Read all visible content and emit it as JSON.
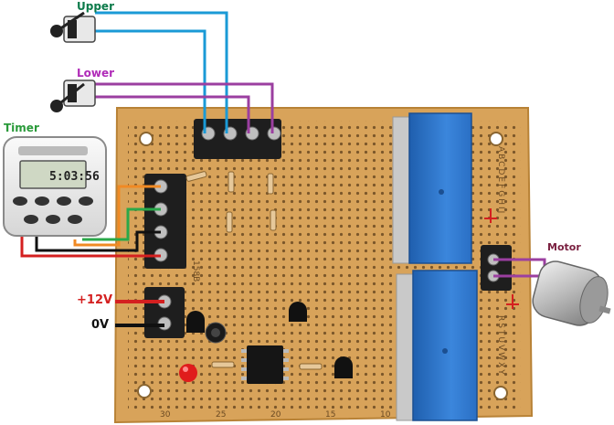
{
  "labels": {
    "upper": "Upper",
    "lower": "Lower",
    "timer": "Timer",
    "motor": "Motor",
    "plus12v": "+12V",
    "zero_v": "0V",
    "timer_display": "5:03:56"
  },
  "colors": {
    "upper_label": "#0c7a4a",
    "lower_label": "#b02bb8",
    "timer_label": "#2a9a3a",
    "plus12v_label": "#d42020",
    "wire_blue": "#1a9ad6",
    "wire_purple": "#9b3fa0",
    "wire_orange": "#f08a24",
    "wire_green": "#2aa84a",
    "wire_red": "#d42020",
    "wire_black": "#111111",
    "board": "#d8a35a",
    "relay": "#2a6fc4"
  },
  "board_markings": {
    "columns_bottom": [
      "30",
      "25",
      "20",
      "15",
      "10"
    ],
    "rows_right_top": "ABCDEFGHIJ",
    "rows_right_bottom": "RSTUVWXY",
    "side_text": "158B"
  }
}
